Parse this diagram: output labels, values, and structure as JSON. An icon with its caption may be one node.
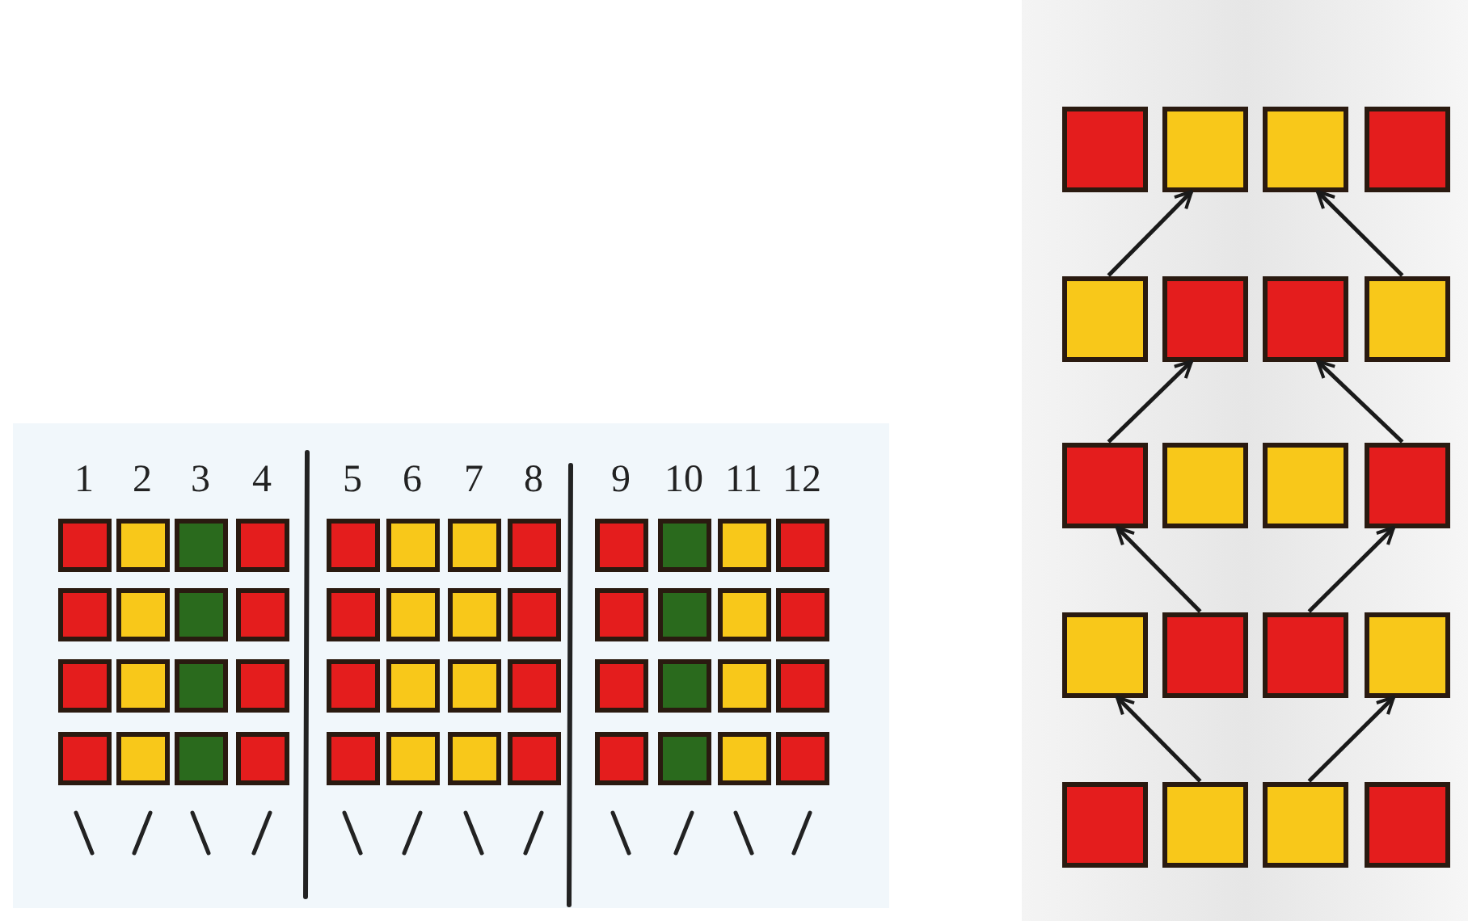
{
  "diagram": {
    "nodes": [
      {
        "text": [],
        "shape": "box"
      },
      {
        "text": [],
        "shape": "box"
      },
      {
        "text": [],
        "shape": "box"
      },
      {
        "text": [],
        "shape": "box"
      },
      {
        "text": [],
        "shape": "box"
      },
      {
        "text": [],
        "shape": "box"
      },
      {
        "text": [],
        "shape": "box"
      },
      {
        "text": [],
        "shape": "box"
      },
      {
        "text": [],
        "shape": "box"
      },
      {
        "text": [],
        "shape": "box"
      },
      {
        "text": [],
        "shape": "box"
      },
      {
        "text": [],
        "shape": "box"
      },
      {
        "text": [],
        "shape": "box"
      },
      {
        "text": [],
        "shape": "box"
      },
      {
        "text": [],
        "shape": "box"
      },
      {
        "text": [],
        "shape": "box"
      },
      {
        "text": [],
        "shape": "box"
      },
      {
        "text": [],
        "shape": "box"
      },
      {
        "text": [],
        "shape": "box"
      },
      {
        "text": [],
        "shape": "box"
      },
      {
        "text": [],
        "shape": "box"
      },
      {
        "text": [],
        "shape": "box"
      },
      {
        "text": [],
        "shape": "box"
      },
      {
        "text": [],
        "shape": "box"
      },
      {
        "text": [],
        "shape": "box"
      },
      {
        "text": [],
        "shape": "box"
      },
      {
        "text": [],
        "shape": "box"
      },
      {
        "text": [],
        "shape": "box"
      },
      {
        "text": [],
        "shape": "box"
      },
      {
        "text": [],
        "shape": "box"
      },
      {
        "text": [],
        "shape": "box"
      },
      {
        "text": [],
        "shape": "box"
      },
      {
        "text": [],
        "shape": "box"
      },
      {
        "text": [],
        "shape": "box"
      },
      {
        "text": [],
        "shape": "box"
      },
      {
        "text": [],
        "shape": "box"
      },
      {
        "text": [],
        "shape": "box"
      },
      {
        "text": [],
        "shape": "box"
      },
      {
        "text": [],
        "shape": "box"
      },
      {
        "text": [],
        "shape": "box"
      },
      {
        "text": [],
        "shape": "box"
      },
      {
        "text": [],
        "shape": "box"
      },
      {
        "text": [],
        "shape": "box"
      },
      {
        "text": [],
        "shape": "box"
      },
      {
        "text": [],
        "shape": "box"
      },
      {
        "text": [],
        "shape": "box"
      },
      {
        "text": [],
        "shape": "box"
      },
      {
        "text": [],
        "shape": "box"
      },
      {
        "text": [],
        "shape": "box"
      },
      {
        "text": [],
        "shape": "box"
      },
      {
        "text": [],
        "shape": "box"
      },
      {
        "text": [],
        "shape": "box"
      },
      {
        "text": [],
        "shape": "box"
      },
      {
        "text": [],
        "shape": "box"
      },
      {
        "text": [],
        "shape": "box"
      },
      {
        "text": [],
        "shape": "box"
      },
      {
        "text": [],
        "shape": "box"
      },
      {
        "text": [],
        "shape": "box"
      },
      {
        "text": [],
        "shape": "box"
      },
      {
        "text": [],
        "shape": "box"
      },
      {
        "text": [],
        "shape": "box"
      },
      {
        "text": [],
        "shape": "box"
      },
      {
        "text": [],
        "shape": "box"
      },
      {
        "text": [],
        "shape": "box"
      },
      {
        "text": [],
        "shape": "box"
      },
      {
        "text": [],
        "shape": "box"
      },
      {
        "text": [],
        "shape": "box"
      },
      {
        "text": [],
        "shape": "box"
      }
    ],
    "edges": [
      {
        "from": 52,
        "to": 49,
        "arrow": "to"
      },
      {
        "from": 55,
        "to": 50,
        "arrow": "to"
      },
      {
        "from": 56,
        "to": 53,
        "arrow": "to"
      },
      {
        "from": 59,
        "to": 54,
        "arrow": "to"
      },
      {
        "from": 61,
        "to": 56,
        "arrow": "to"
      },
      {
        "from": 62,
        "to": 59,
        "arrow": "to"
      },
      {
        "from": 65,
        "to": 60,
        "arrow": "to"
      },
      {
        "from": 66,
        "to": 63,
        "arrow": "to"
      }
    ],
    "labels": [
      "1",
      "2",
      "3",
      "4",
      "5",
      "6",
      "7",
      "8",
      "9",
      "10",
      "11",
      "12"
    ]
  }
}
